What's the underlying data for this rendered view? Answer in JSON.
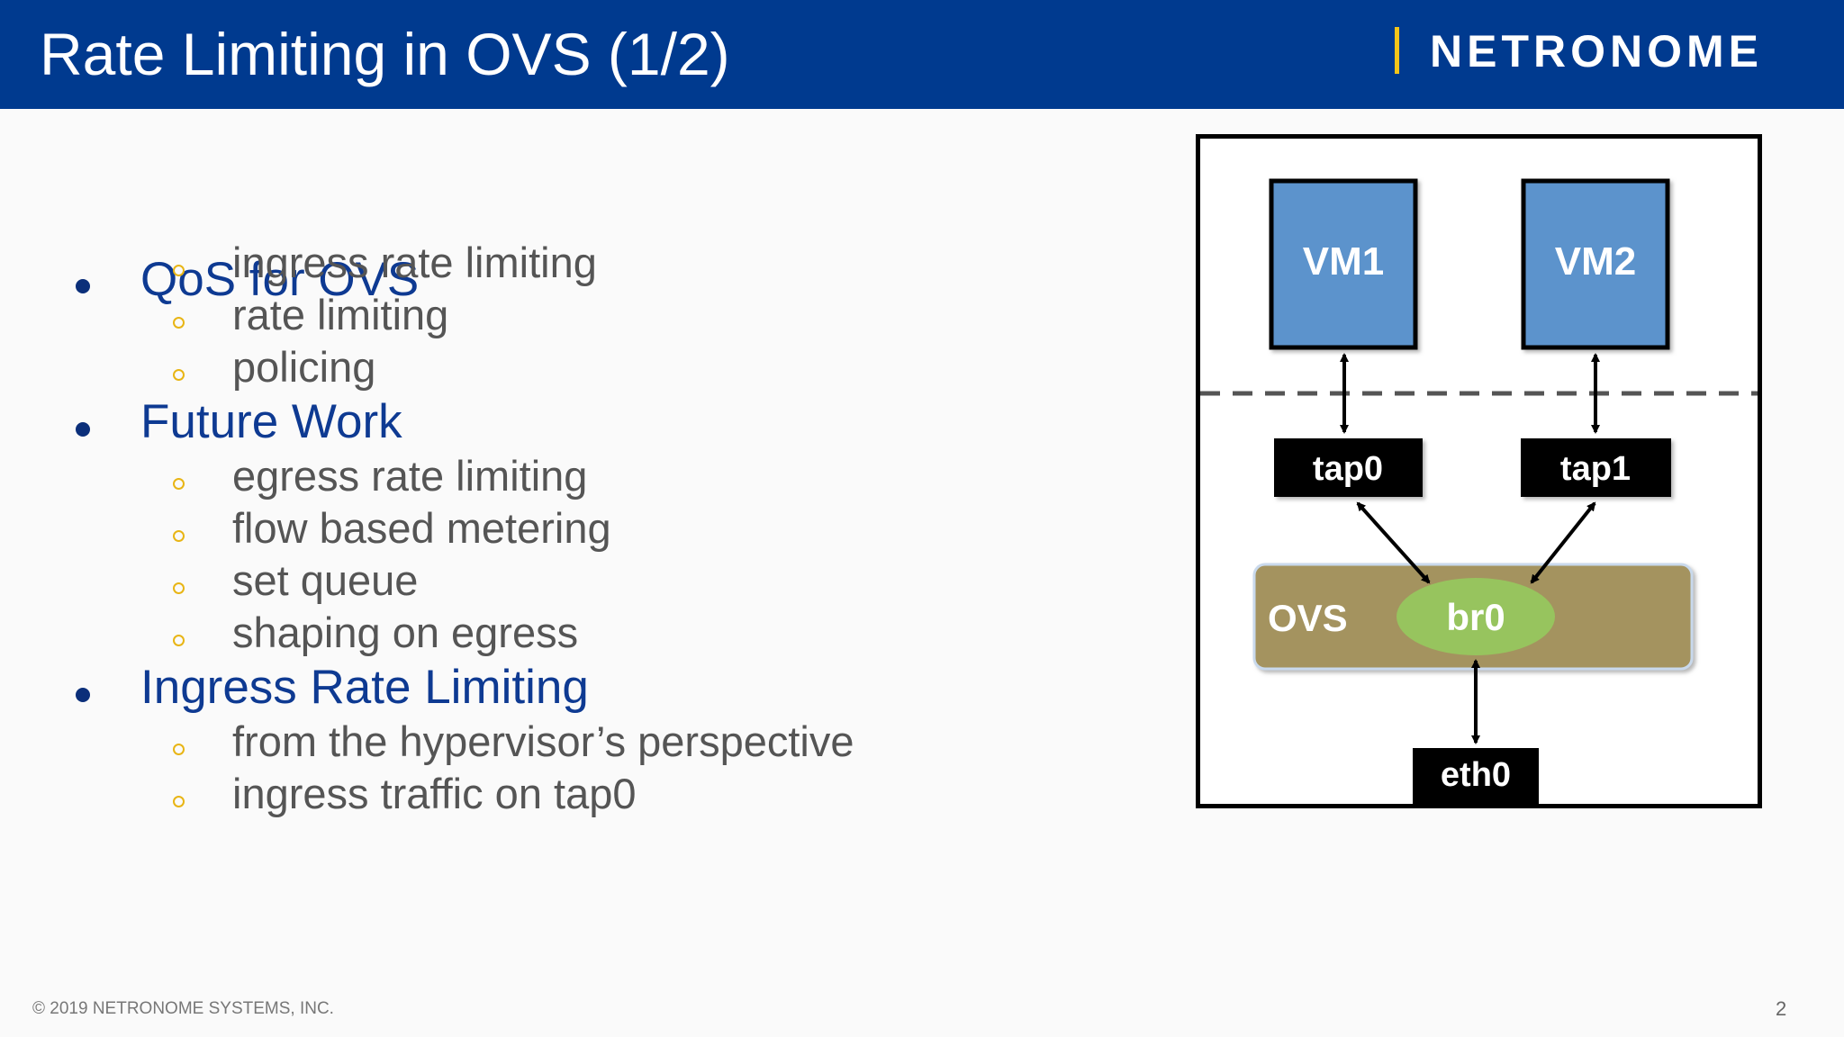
{
  "slide": {
    "title": "Rate Limiting in OVS (1/2)",
    "logo_text": "NETRONOME",
    "bullets": [
      {
        "text": "QoS for OVS",
        "subitems": [
          "ingress rate limiting",
          "rate limiting",
          "policing"
        ]
      },
      {
        "text": "Future Work",
        "subitems": [
          "egress rate limiting",
          "flow based metering",
          "set queue",
          "shaping on egress"
        ]
      },
      {
        "text": "Ingress Rate Limiting",
        "subitems": [
          "from the hypervisor’s perspective",
          "ingress traffic on tap0"
        ]
      }
    ],
    "footer": "© 2019 NETRONOME SYSTEMS, INC.",
    "page_number": "2"
  },
  "diagram": {
    "vm1": "VM1",
    "vm2": "VM2",
    "tap0": "tap0",
    "tap1": "tap1",
    "ovs": "OVS",
    "br0": "br0",
    "eth0": "eth0"
  },
  "colors": {
    "header_bg": "#003a8f",
    "accent_yellow": "#f4c519",
    "bullet_blue": "#0e3a92",
    "vm_blue": "#5b93cc",
    "ovs_olive": "#a4935f",
    "bridge_green": "#97c45e"
  }
}
